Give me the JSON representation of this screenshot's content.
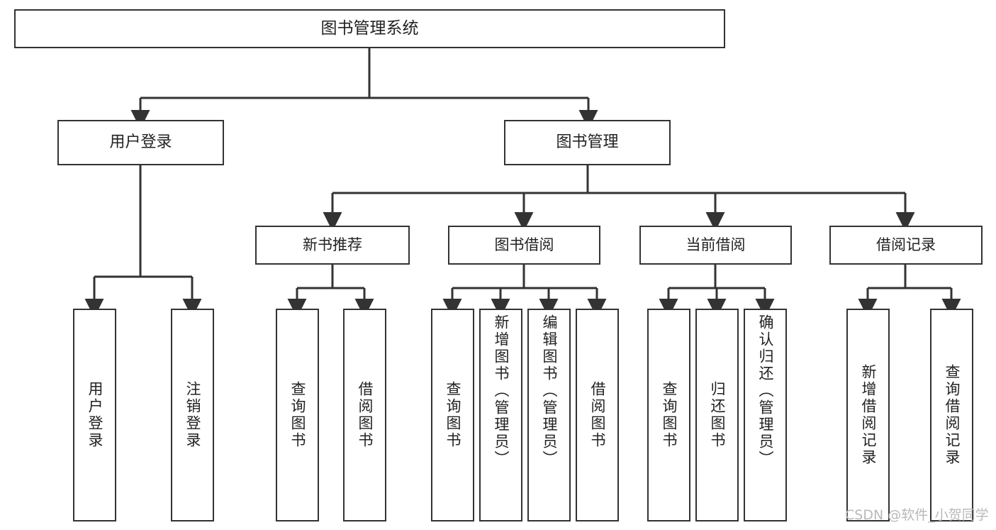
{
  "diagram": {
    "title": "图书管理系统",
    "type": "tree-hierarchy-chart",
    "root": {
      "label": "图书管理系统"
    },
    "level2": [
      {
        "label": "用户登录"
      },
      {
        "label": "图书管理"
      }
    ],
    "level3": [
      {
        "label": "新书推荐"
      },
      {
        "label": "图书借阅"
      },
      {
        "label": "当前借阅"
      },
      {
        "label": "借阅记录"
      }
    ],
    "leaves": [
      {
        "label": "用户登录",
        "parent": "用户登录"
      },
      {
        "label": "注销登录",
        "parent": "用户登录"
      },
      {
        "label": "查询图书",
        "parent": "新书推荐"
      },
      {
        "label": "借阅图书",
        "parent": "新书推荐"
      },
      {
        "label": "查询图书",
        "parent": "图书借阅"
      },
      {
        "label": "新增图书（管理员）",
        "parent": "图书借阅"
      },
      {
        "label": "编辑图书（管理员）",
        "parent": "图书借阅"
      },
      {
        "label": "借阅图书",
        "parent": "图书借阅"
      },
      {
        "label": "查询图书",
        "parent": "当前借阅"
      },
      {
        "label": "归还图书",
        "parent": "当前借阅"
      },
      {
        "label": "确认归还（管理员）",
        "parent": "当前借阅"
      },
      {
        "label": "新增借阅记录",
        "parent": "借阅记录"
      },
      {
        "label": "查询借阅记录",
        "parent": "借阅记录"
      }
    ]
  },
  "watermark": {
    "text": "CSDN @软件_小贺同学"
  },
  "colors": {
    "stroke": "#333333",
    "box_fill": "#ffffff",
    "text": "#222222",
    "watermark": "#b9b9b9",
    "background": "#ffffff"
  }
}
